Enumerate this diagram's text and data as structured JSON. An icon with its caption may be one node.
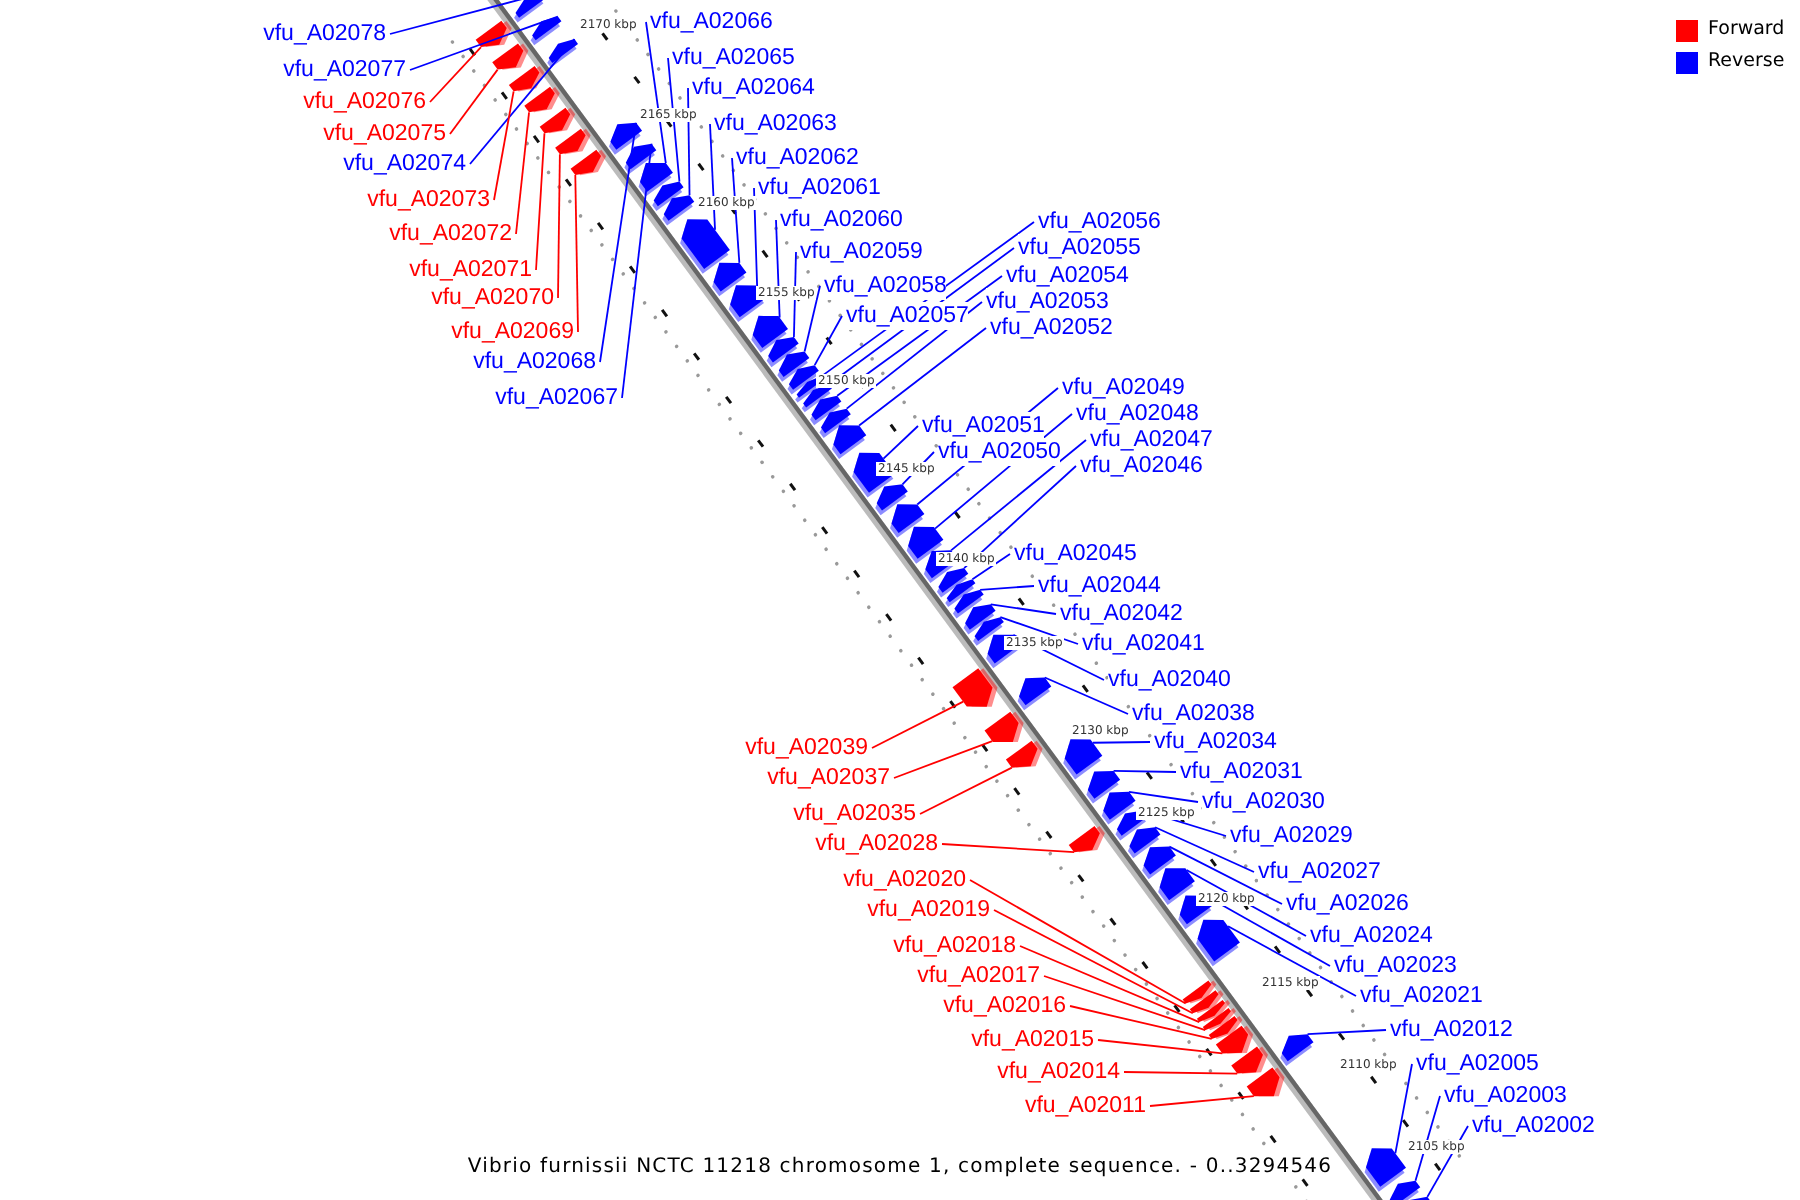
{
  "diagram": {
    "caption": "Vibrio furnissii NCTC 11218 chromosome 1, complete sequence. - 0..3294546",
    "nodes": [
      {
        "text": [
          "vfu_A02078"
        ]
      },
      {
        "text": [
          "vfu_A02077"
        ]
      },
      {
        "text": [
          "vfu_A02076"
        ]
      },
      {
        "text": [
          "vfu_A02075"
        ]
      },
      {
        "text": [
          "vfu_A02074"
        ]
      },
      {
        "text": [
          "vfu_A02073"
        ]
      },
      {
        "text": [
          "vfu_A02072"
        ]
      },
      {
        "text": [
          "vfu_A02071"
        ]
      },
      {
        "text": [
          "vfu_A02070"
        ]
      },
      {
        "text": [
          "vfu_A02069"
        ]
      },
      {
        "text": [
          "vfu_A02068"
        ]
      },
      {
        "text": [
          "vfu_A02067"
        ]
      },
      {
        "text": [
          "vfu_A02066"
        ]
      },
      {
        "text": [
          "vfu_A02065"
        ]
      },
      {
        "text": [
          "vfu_A02064"
        ]
      },
      {
        "text": [
          "vfu_A02063"
        ]
      },
      {
        "text": [
          "vfu_A02062"
        ]
      },
      {
        "text": [
          "vfu_A02061"
        ]
      },
      {
        "text": [
          "vfu_A02060"
        ]
      },
      {
        "text": [
          "vfu_A02059"
        ]
      },
      {
        "text": [
          "vfu_A02058"
        ]
      },
      {
        "text": [
          "vfu_A02057"
        ]
      },
      {
        "text": [
          "vfu_A02056"
        ]
      },
      {
        "text": [
          "vfu_A02055"
        ]
      },
      {
        "text": [
          "vfu_A02054"
        ]
      },
      {
        "text": [
          "vfu_A02053"
        ]
      },
      {
        "text": [
          "vfu_A02052"
        ]
      },
      {
        "text": [
          "vfu_A02051"
        ]
      },
      {
        "text": [
          "vfu_A02050"
        ]
      },
      {
        "text": [
          "vfu_A02049"
        ]
      },
      {
        "text": [
          "vfu_A02048"
        ]
      },
      {
        "text": [
          "vfu_A02047"
        ]
      },
      {
        "text": [
          "vfu_A02046"
        ]
      },
      {
        "text": [
          "vfu_A02045"
        ]
      },
      {
        "text": [
          "vfu_A02044"
        ]
      },
      {
        "text": [
          "vfu_A02042"
        ]
      },
      {
        "text": [
          "vfu_A02041"
        ]
      },
      {
        "text": [
          "vfu_A02040"
        ]
      },
      {
        "text": [
          "vfu_A02038"
        ]
      },
      {
        "text": [
          "vfu_A02034"
        ]
      },
      {
        "text": [
          "vfu_A02031"
        ]
      },
      {
        "text": [
          "vfu_A02030"
        ]
      },
      {
        "text": [
          "vfu_A02029"
        ]
      },
      {
        "text": [
          "vfu_A02027"
        ]
      },
      {
        "text": [
          "vfu_A02026"
        ]
      },
      {
        "text": [
          "vfu_A02024"
        ]
      },
      {
        "text": [
          "vfu_A02023"
        ]
      },
      {
        "text": [
          "vfu_A02021"
        ]
      },
      {
        "text": [
          "vfu_A02012"
        ]
      },
      {
        "text": [
          "vfu_A02005"
        ]
      },
      {
        "text": [
          "vfu_A02003"
        ]
      },
      {
        "text": [
          "vfu_A02002"
        ]
      },
      {
        "text": [
          "vfu_A02039"
        ]
      },
      {
        "text": [
          "vfu_A02037"
        ]
      },
      {
        "text": [
          "vfu_A02035"
        ]
      },
      {
        "text": [
          "vfu_A02028"
        ]
      },
      {
        "text": [
          "vfu_A02020"
        ]
      },
      {
        "text": [
          "vfu_A02019"
        ]
      },
      {
        "text": [
          "vfu_A02018"
        ]
      },
      {
        "text": [
          "vfu_A02017"
        ]
      },
      {
        "text": [
          "vfu_A02016"
        ]
      },
      {
        "text": [
          "vfu_A02015"
        ]
      },
      {
        "text": [
          "vfu_A02014"
        ]
      },
      {
        "text": [
          "vfu_A02011"
        ]
      },
      {
        "text": [],
        "shape": "arrow"
      },
      {
        "text": [],
        "shape": "arrow"
      },
      {
        "text": [],
        "shape": "arrow"
      },
      {
        "text": [],
        "shape": "arrow"
      },
      {
        "text": [],
        "shape": "arrow"
      },
      {
        "text": [],
        "shape": "arrow"
      },
      {
        "text": [],
        "shape": "arrow"
      },
      {
        "text": [],
        "shape": "arrow"
      },
      {
        "text": [],
        "shape": "arrow"
      },
      {
        "text": [],
        "shape": "arrow"
      },
      {
        "text": [],
        "shape": "arrow"
      },
      {
        "text": [],
        "shape": "arrow"
      },
      {
        "text": [],
        "shape": "arrow"
      },
      {
        "text": [],
        "shape": "arrow"
      },
      {
        "text": [],
        "shape": "arrow"
      },
      {
        "text": [],
        "shape": "arrow"
      },
      {
        "text": [],
        "shape": "arrow"
      },
      {
        "text": [],
        "shape": "arrow"
      },
      {
        "text": [],
        "shape": "arrow"
      },
      {
        "text": [],
        "shape": "arrow"
      },
      {
        "text": [],
        "shape": "arrow"
      },
      {
        "text": [],
        "shape": "arrow"
      },
      {
        "text": [],
        "shape": "arrow"
      },
      {
        "text": [],
        "shape": "arrow"
      },
      {
        "text": [],
        "shape": "arrow"
      },
      {
        "text": [],
        "shape": "arrow"
      },
      {
        "text": [],
        "shape": "arrow"
      },
      {
        "text": [],
        "shape": "arrow"
      },
      {
        "text": [],
        "shape": "arrow"
      },
      {
        "text": [],
        "shape": "arrow"
      },
      {
        "text": [],
        "shape": "arrow"
      },
      {
        "text": [],
        "shape": "arrow"
      },
      {
        "text": [],
        "shape": "arrow"
      },
      {
        "text": [],
        "shape": "arrow"
      },
      {
        "text": [],
        "shape": "arrow"
      },
      {
        "text": [],
        "shape": "arrow"
      },
      {
        "text": [],
        "shape": "arrow"
      },
      {
        "text": [],
        "shape": "arrow"
      },
      {
        "text": [],
        "shape": "arrow"
      },
      {
        "text": [],
        "shape": "arrow"
      },
      {
        "text": [],
        "shape": "arrow"
      },
      {
        "text": [],
        "shape": "arrow"
      },
      {
        "text": [],
        "shape": "arrow"
      },
      {
        "text": [],
        "shape": "arrow"
      },
      {
        "text": [],
        "shape": "arrow"
      },
      {
        "text": [],
        "shape": "arrow"
      },
      {
        "text": [],
        "shape": "arrow"
      },
      {
        "text": [],
        "shape": "arrow"
      },
      {
        "text": [],
        "shape": "arrow"
      },
      {
        "text": [],
        "shape": "arrow"
      },
      {
        "text": [],
        "shape": "arrow"
      },
      {
        "text": [],
        "shape": "arrow"
      },
      {
        "text": [],
        "shape": "arrow"
      },
      {
        "text": [],
        "shape": "arrow"
      },
      {
        "text": [],
        "shape": "arrow"
      },
      {
        "text": [],
        "shape": "arrow"
      },
      {
        "text": [],
        "shape": "arrow"
      },
      {
        "text": [],
        "shape": "arrow"
      },
      {
        "text": [],
        "shape": "arrow"
      },
      {
        "text": [],
        "shape": "arrow"
      },
      {
        "text": [],
        "shape": "arrow"
      },
      {
        "text": [],
        "shape": "arrow"
      },
      {
        "text": [],
        "shape": "arrow"
      },
      {
        "text": [],
        "shape": "arrow"
      }
    ],
    "edges": [
      {
        "from": 0,
        "to": 64,
        "arrow": "none"
      },
      {
        "from": 1,
        "to": 65,
        "arrow": "none"
      },
      {
        "from": 2,
        "to": 66,
        "arrow": "none",
        "color": "#ff0000"
      },
      {
        "from": 3,
        "to": 67,
        "arrow": "none",
        "color": "#ff0000"
      },
      {
        "from": 4,
        "to": 68,
        "arrow": "none"
      },
      {
        "from": 5,
        "to": 69,
        "arrow": "none",
        "color": "#ff0000"
      },
      {
        "from": 6,
        "to": 70,
        "arrow": "none",
        "color": "#ff0000"
      },
      {
        "from": 7,
        "to": 71,
        "arrow": "none",
        "color": "#ff0000"
      },
      {
        "from": 8,
        "to": 72,
        "arrow": "none",
        "color": "#ff0000"
      },
      {
        "from": 9,
        "to": 73,
        "arrow": "none",
        "color": "#ff0000"
      },
      {
        "from": 10,
        "to": 74,
        "arrow": "none"
      },
      {
        "from": 11,
        "to": 75,
        "arrow": "none"
      },
      {
        "from": 12,
        "to": 76,
        "arrow": "none"
      },
      {
        "from": 13,
        "to": 77,
        "arrow": "none"
      },
      {
        "from": 14,
        "to": 78,
        "arrow": "none"
      },
      {
        "from": 15,
        "to": 79,
        "arrow": "none"
      },
      {
        "from": 16,
        "to": 80,
        "arrow": "none"
      },
      {
        "from": 17,
        "to": 81,
        "arrow": "none"
      },
      {
        "from": 18,
        "to": 82,
        "arrow": "none"
      },
      {
        "from": 19,
        "to": 83,
        "arrow": "none"
      },
      {
        "from": 20,
        "to": 84,
        "arrow": "none"
      },
      {
        "from": 21,
        "to": 85,
        "arrow": "none"
      },
      {
        "from": 22,
        "to": 86,
        "arrow": "none"
      },
      {
        "from": 23,
        "to": 87,
        "arrow": "none"
      },
      {
        "from": 24,
        "to": 88,
        "arrow": "none"
      },
      {
        "from": 25,
        "to": 89,
        "arrow": "none"
      },
      {
        "from": 26,
        "to": 90,
        "arrow": "none"
      },
      {
        "from": 27,
        "to": 91,
        "arrow": "none"
      },
      {
        "from": 28,
        "to": 92,
        "arrow": "none"
      },
      {
        "from": 29,
        "to": 93,
        "arrow": "none"
      },
      {
        "from": 30,
        "to": 94,
        "arrow": "none"
      },
      {
        "from": 31,
        "to": 95,
        "arrow": "none"
      },
      {
        "from": 32,
        "to": 96,
        "arrow": "none"
      },
      {
        "from": 33,
        "to": 97,
        "arrow": "none"
      },
      {
        "from": 34,
        "to": 98,
        "arrow": "none"
      },
      {
        "from": 35,
        "to": 99,
        "arrow": "none"
      },
      {
        "from": 36,
        "to": 100,
        "arrow": "none"
      },
      {
        "from": 37,
        "to": 101,
        "arrow": "none"
      },
      {
        "from": 38,
        "to": 103,
        "arrow": "none"
      },
      {
        "from": 39,
        "to": 106,
        "arrow": "none"
      },
      {
        "from": 40,
        "to": 107,
        "arrow": "none"
      },
      {
        "from": 41,
        "to": 108,
        "arrow": "none"
      },
      {
        "from": 42,
        "to": 110,
        "arrow": "none"
      },
      {
        "from": 43,
        "to": 111,
        "arrow": "none"
      },
      {
        "from": 44,
        "to": 112,
        "arrow": "none"
      },
      {
        "from": 45,
        "to": 113,
        "arrow": "none"
      },
      {
        "from": 46,
        "to": 114,
        "arrow": "none"
      },
      {
        "from": 47,
        "to": 115,
        "arrow": "none"
      },
      {
        "from": 48,
        "to": 123,
        "arrow": "none"
      },
      {
        "from": 49,
        "to": 125,
        "arrow": "none"
      },
      {
        "from": 50,
        "to": 126,
        "arrow": "none"
      },
      {
        "from": 51,
        "to": 127,
        "arrow": "none"
      },
      {
        "from": 52,
        "to": 102,
        "arrow": "none",
        "color": "#ff0000"
      },
      {
        "from": 53,
        "to": 104,
        "arrow": "none",
        "color": "#ff0000"
      },
      {
        "from": 54,
        "to": 105,
        "arrow": "none",
        "color": "#ff0000"
      },
      {
        "from": 55,
        "to": 109,
        "arrow": "none",
        "color": "#ff0000"
      },
      {
        "from": 56,
        "to": 116,
        "arrow": "none",
        "color": "#ff0000"
      },
      {
        "from": 57,
        "to": 117,
        "arrow": "none",
        "color": "#ff0000"
      },
      {
        "from": 58,
        "to": 118,
        "arrow": "none",
        "color": "#ff0000"
      },
      {
        "from": 59,
        "to": 119,
        "arrow": "none",
        "color": "#ff0000"
      },
      {
        "from": 60,
        "to": 120,
        "arrow": "none",
        "color": "#ff0000"
      },
      {
        "from": 61,
        "to": 121,
        "arrow": "none",
        "color": "#ff0000"
      },
      {
        "from": 62,
        "to": 122,
        "arrow": "none",
        "color": "#ff0000"
      },
      {
        "from": 63,
        "to": 124,
        "arrow": "none",
        "color": "#ff0000"
      }
    ],
    "labels": [
      "2170 kbp",
      "2165 kbp",
      "2160 kbp",
      "2155 kbp",
      "2150 kbp",
      "2145 kbp",
      "2140 kbp",
      "2135 kbp",
      "2130 kbp",
      "2125 kbp",
      "2120 kbp",
      "2115 kbp",
      "2110 kbp",
      "2105 kbp"
    ],
    "legend": [
      {
        "text": "Forward",
        "color": "#ff0000"
      },
      {
        "text": "Reverse",
        "color": "#0000ff"
      }
    ]
  }
}
